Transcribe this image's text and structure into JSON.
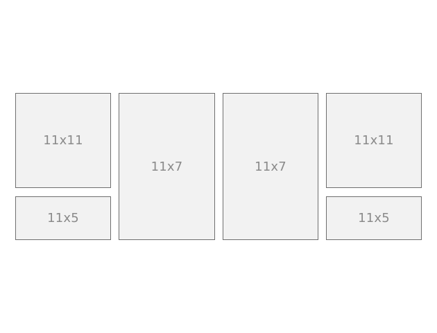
{
  "colors": {
    "background": "#ffffff",
    "frame_fill": "#f2f2f2",
    "frame_border": "#6e6e6e",
    "label_text": "#8a8a8a"
  },
  "frames": [
    {
      "label": "11x11"
    },
    {
      "label": "11x5"
    },
    {
      "label": "11x7"
    },
    {
      "label": "11x7"
    },
    {
      "label": "11x11"
    },
    {
      "label": "11x5"
    }
  ]
}
